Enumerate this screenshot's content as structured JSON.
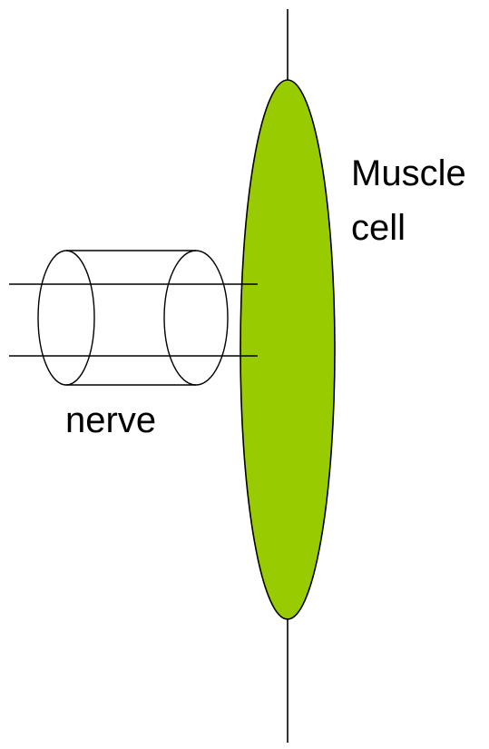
{
  "labels": {
    "muscle_line1": "Muscle",
    "muscle_line2": "cell",
    "nerve": "nerve"
  },
  "colors": {
    "muscle_fill": "#99cc00",
    "stroke": "#000000",
    "background": "#ffffff"
  }
}
